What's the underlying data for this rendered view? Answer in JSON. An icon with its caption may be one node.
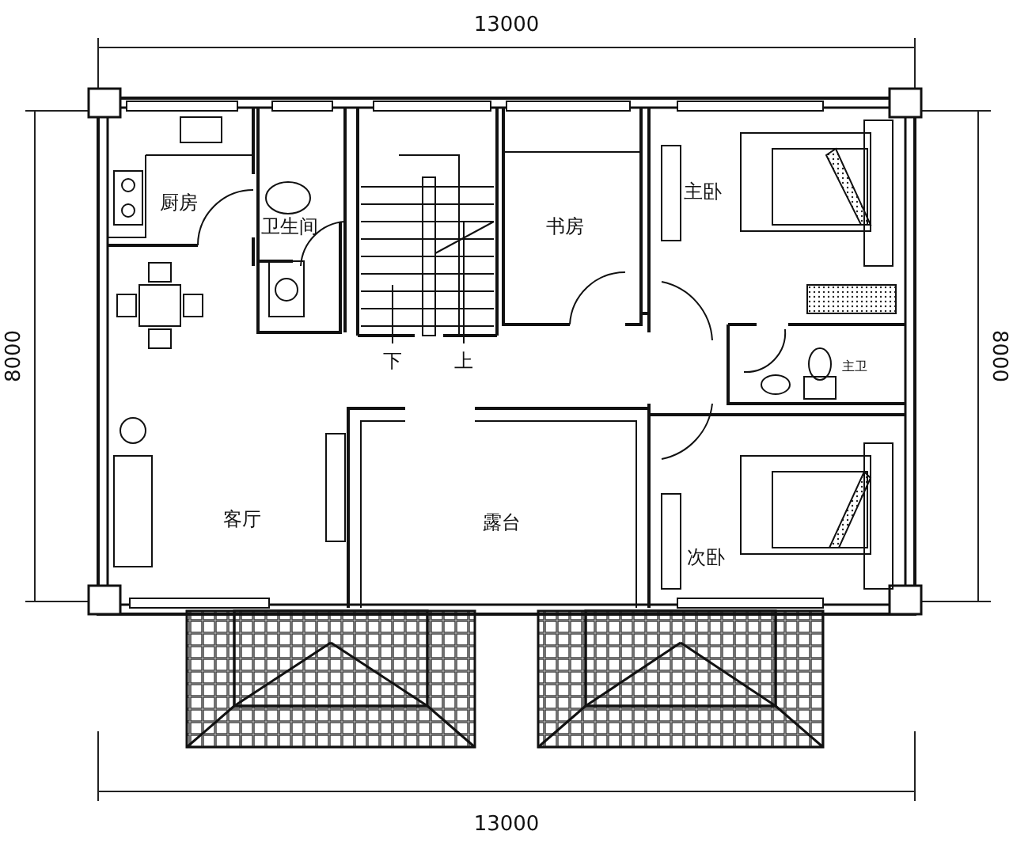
{
  "diagram": {
    "labels": [
      "13000",
      "厨房",
      "卫生间",
      "书房",
      "主卧",
      "8000",
      "8000",
      "主卫",
      "下",
      "上",
      "客厅",
      "露台",
      "次卧",
      "13000"
    ]
  }
}
